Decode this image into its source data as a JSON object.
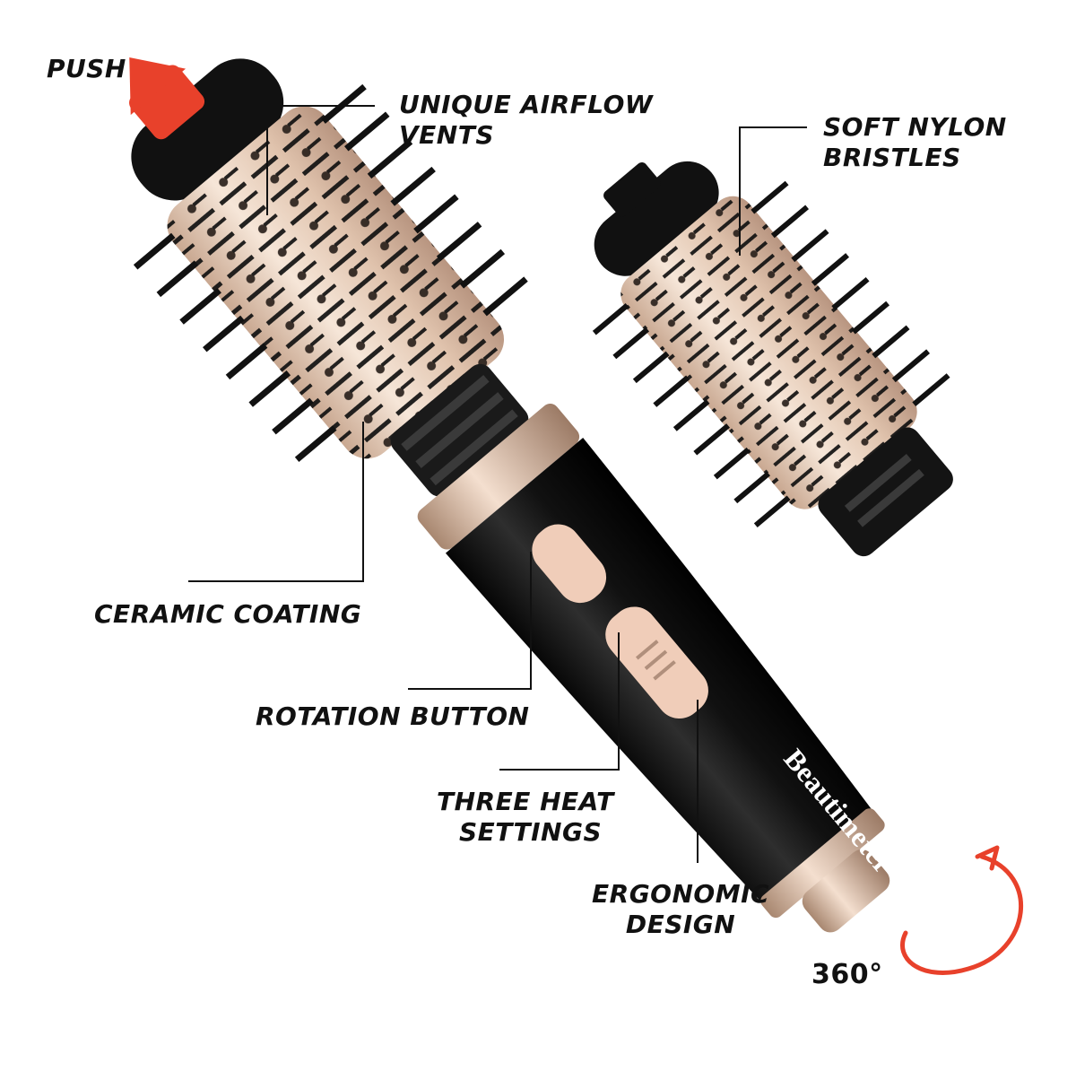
{
  "labels": {
    "push": "PUSH",
    "airflow_line1": "UNIQUE AIRFLOW",
    "airflow_line2": "VENTS",
    "bristles_line1": "SOFT NYLON",
    "bristles_line2": "BRISTLES",
    "ceramic": "CERAMIC COATING",
    "rotation": "ROTATION BUTTON",
    "heat_line1": "THREE HEAT",
    "heat_line2": "SETTINGS",
    "ergonomic_line1": "ERGONOMIC",
    "ergonomic_line2": "DESIGN",
    "rotation_degrees": "360°"
  },
  "brand": "Beautimeter",
  "colors": {
    "handle": "#141414",
    "barrel": "#e3c9b3",
    "accent_red": "#e8412b",
    "bristle": "#111111",
    "button": "#f0cdb9"
  }
}
